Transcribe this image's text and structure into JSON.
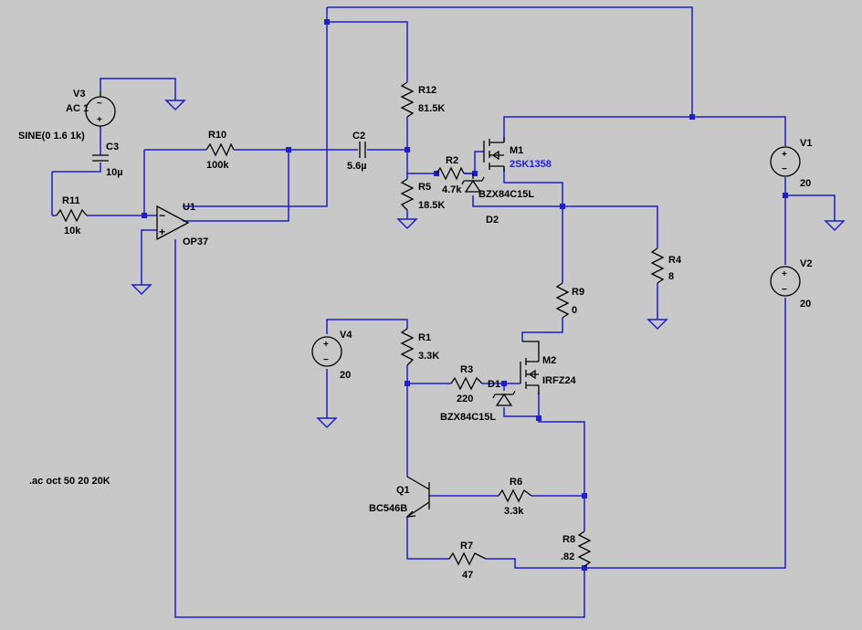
{
  "components": {
    "V3": {
      "ref": "V3",
      "value": "AC 1",
      "extra": "SINE(0 1.6 1k)"
    },
    "C3": {
      "ref": "C3",
      "value": "10µ"
    },
    "R11": {
      "ref": "R11",
      "value": "10k"
    },
    "R10": {
      "ref": "R10",
      "value": "100k"
    },
    "U1": {
      "ref": "U1",
      "value": "OP37"
    },
    "C2": {
      "ref": "C2",
      "value": "5.6µ"
    },
    "R12": {
      "ref": "R12",
      "value": "81.5K"
    },
    "R2": {
      "ref": "R2",
      "value": "4.7k"
    },
    "R5": {
      "ref": "R5",
      "value": "18.5K"
    },
    "M1": {
      "ref": "M1",
      "value": "2SK1358"
    },
    "D2": {
      "ref": "D2",
      "value": "BZX84C15L"
    },
    "V1": {
      "ref": "V1",
      "value": "20"
    },
    "V2": {
      "ref": "V2",
      "value": "20"
    },
    "R4": {
      "ref": "R4",
      "value": "8"
    },
    "R9": {
      "ref": "R9",
      "value": "0"
    },
    "V4": {
      "ref": "V4",
      "value": "20"
    },
    "R1": {
      "ref": "R1",
      "value": "3.3K"
    },
    "R3": {
      "ref": "R3",
      "value": "220"
    },
    "D1": {
      "ref": "D1",
      "value": "BZX84C15L"
    },
    "M2": {
      "ref": "M2",
      "value": "IRFZ24"
    },
    "Q1": {
      "ref": "Q1",
      "value": "BC546B"
    },
    "R6": {
      "ref": "R6",
      "value": "3.3k"
    },
    "R7": {
      "ref": "R7",
      "value": "47"
    },
    "R8": {
      "ref": "R8",
      "value": ".82"
    }
  },
  "directive": ".ac oct 50 20 20K",
  "colors": {
    "background": "#c8c8c8",
    "wire": "#1e1ecc",
    "component": "#000000",
    "highlight_text": "#1e1ecc"
  }
}
